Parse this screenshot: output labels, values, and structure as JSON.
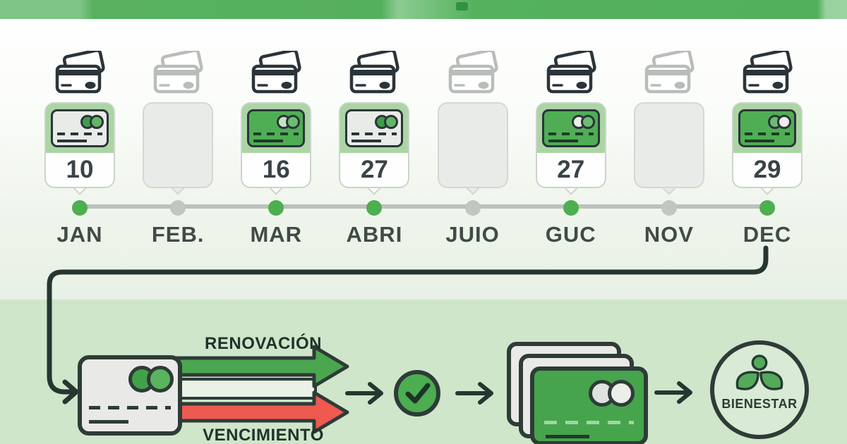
{
  "header": {
    "bar_color": "#57b25f"
  },
  "timeline": {
    "months": [
      {
        "label": "JAN",
        "date": "10",
        "active": true,
        "card_art": "gray-card"
      },
      {
        "label": "FEB.",
        "date": "",
        "active": false,
        "card_art": "none"
      },
      {
        "label": "MAR",
        "date": "16",
        "active": true,
        "card_art": "green-card"
      },
      {
        "label": "ABRI",
        "date": "27",
        "active": true,
        "card_art": "gray-card"
      },
      {
        "label": "JUIO",
        "date": "",
        "active": false,
        "card_art": "none"
      },
      {
        "label": "GUC",
        "date": "27",
        "active": true,
        "card_art": "green-card"
      },
      {
        "label": "NOV",
        "date": "",
        "active": false,
        "card_art": "none"
      },
      {
        "label": "DEC",
        "date": "29",
        "active": true,
        "card_art": "green-card"
      }
    ]
  },
  "flow": {
    "renewal_label": "RENOVACIÓN",
    "expiry_label": "VENCIMIENTO",
    "seal_label": "BIENESTAR",
    "icons": {
      "source": "credit-card-icon",
      "step1": "check-circle-icon",
      "step2": "card-stack-icon",
      "step3": "bienestar-sprout-seal"
    }
  },
  "colors": {
    "top_bar_green": "#57b25f",
    "upper_background": "#f3f8f1",
    "lower_background": "#cfe6ca",
    "outline_dark": "#2e3b37",
    "timeline_active_dot": "#4caf50",
    "timeline_inactive_dot": "#c2c6c2",
    "badge_green": "#abd5a5",
    "renewal_arrow_green": "#4aa64f",
    "expiry_arrow_red": "#ee5a50"
  }
}
